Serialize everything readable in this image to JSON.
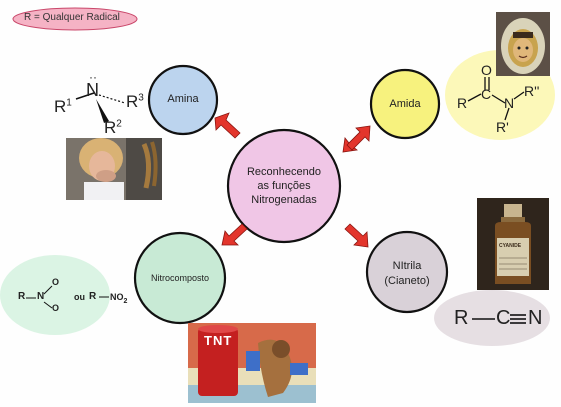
{
  "legend_note": "R = Qualquer Radical",
  "center": {
    "line1": "Reconhecendo",
    "line2": "as funções",
    "line3": "Nitrogenadas"
  },
  "nodes": {
    "amina": "Amina",
    "amida": "Amida",
    "nitrocomposto": "Nitrocomposto",
    "nitrila_line1": "NItrila",
    "nitrila_line2": "(Cianeto)"
  },
  "formulas": {
    "amina_n": "N",
    "amina_r1": "R",
    "amina_r1_sup": "1",
    "amina_r2": "R",
    "amina_r2_sup": "2",
    "amina_r3": "R",
    "amina_r3_sup": "3",
    "amida_r": "R",
    "amida_c": "C",
    "amida_o": "O",
    "amida_n": "N",
    "amida_r2": "R''",
    "amida_r1": "R'",
    "nitro_r": "R",
    "nitro_n": "N",
    "nitro_o_top": "O",
    "nitro_o_bot": "O",
    "nitro_ou": "ou",
    "nitro_r2": "R",
    "nitro_no2": "NO",
    "nitro_no2_sub": "2",
    "nitrila_r": "R",
    "nitrila_c": "C",
    "nitrila_n": "N"
  },
  "images": {
    "tnt_text": "TNT",
    "cyanide_label": "CYANIDE"
  },
  "colors": {
    "amina_fill": "#bcd4ee",
    "amida_fill": "#f7f27e",
    "center_fill": "#f0c6e6",
    "nitro_fill": "#c8ead5",
    "nitrila_fill": "#d9d1d8",
    "arrow": "#e3352c",
    "note_fill": "#f5b3c5"
  }
}
